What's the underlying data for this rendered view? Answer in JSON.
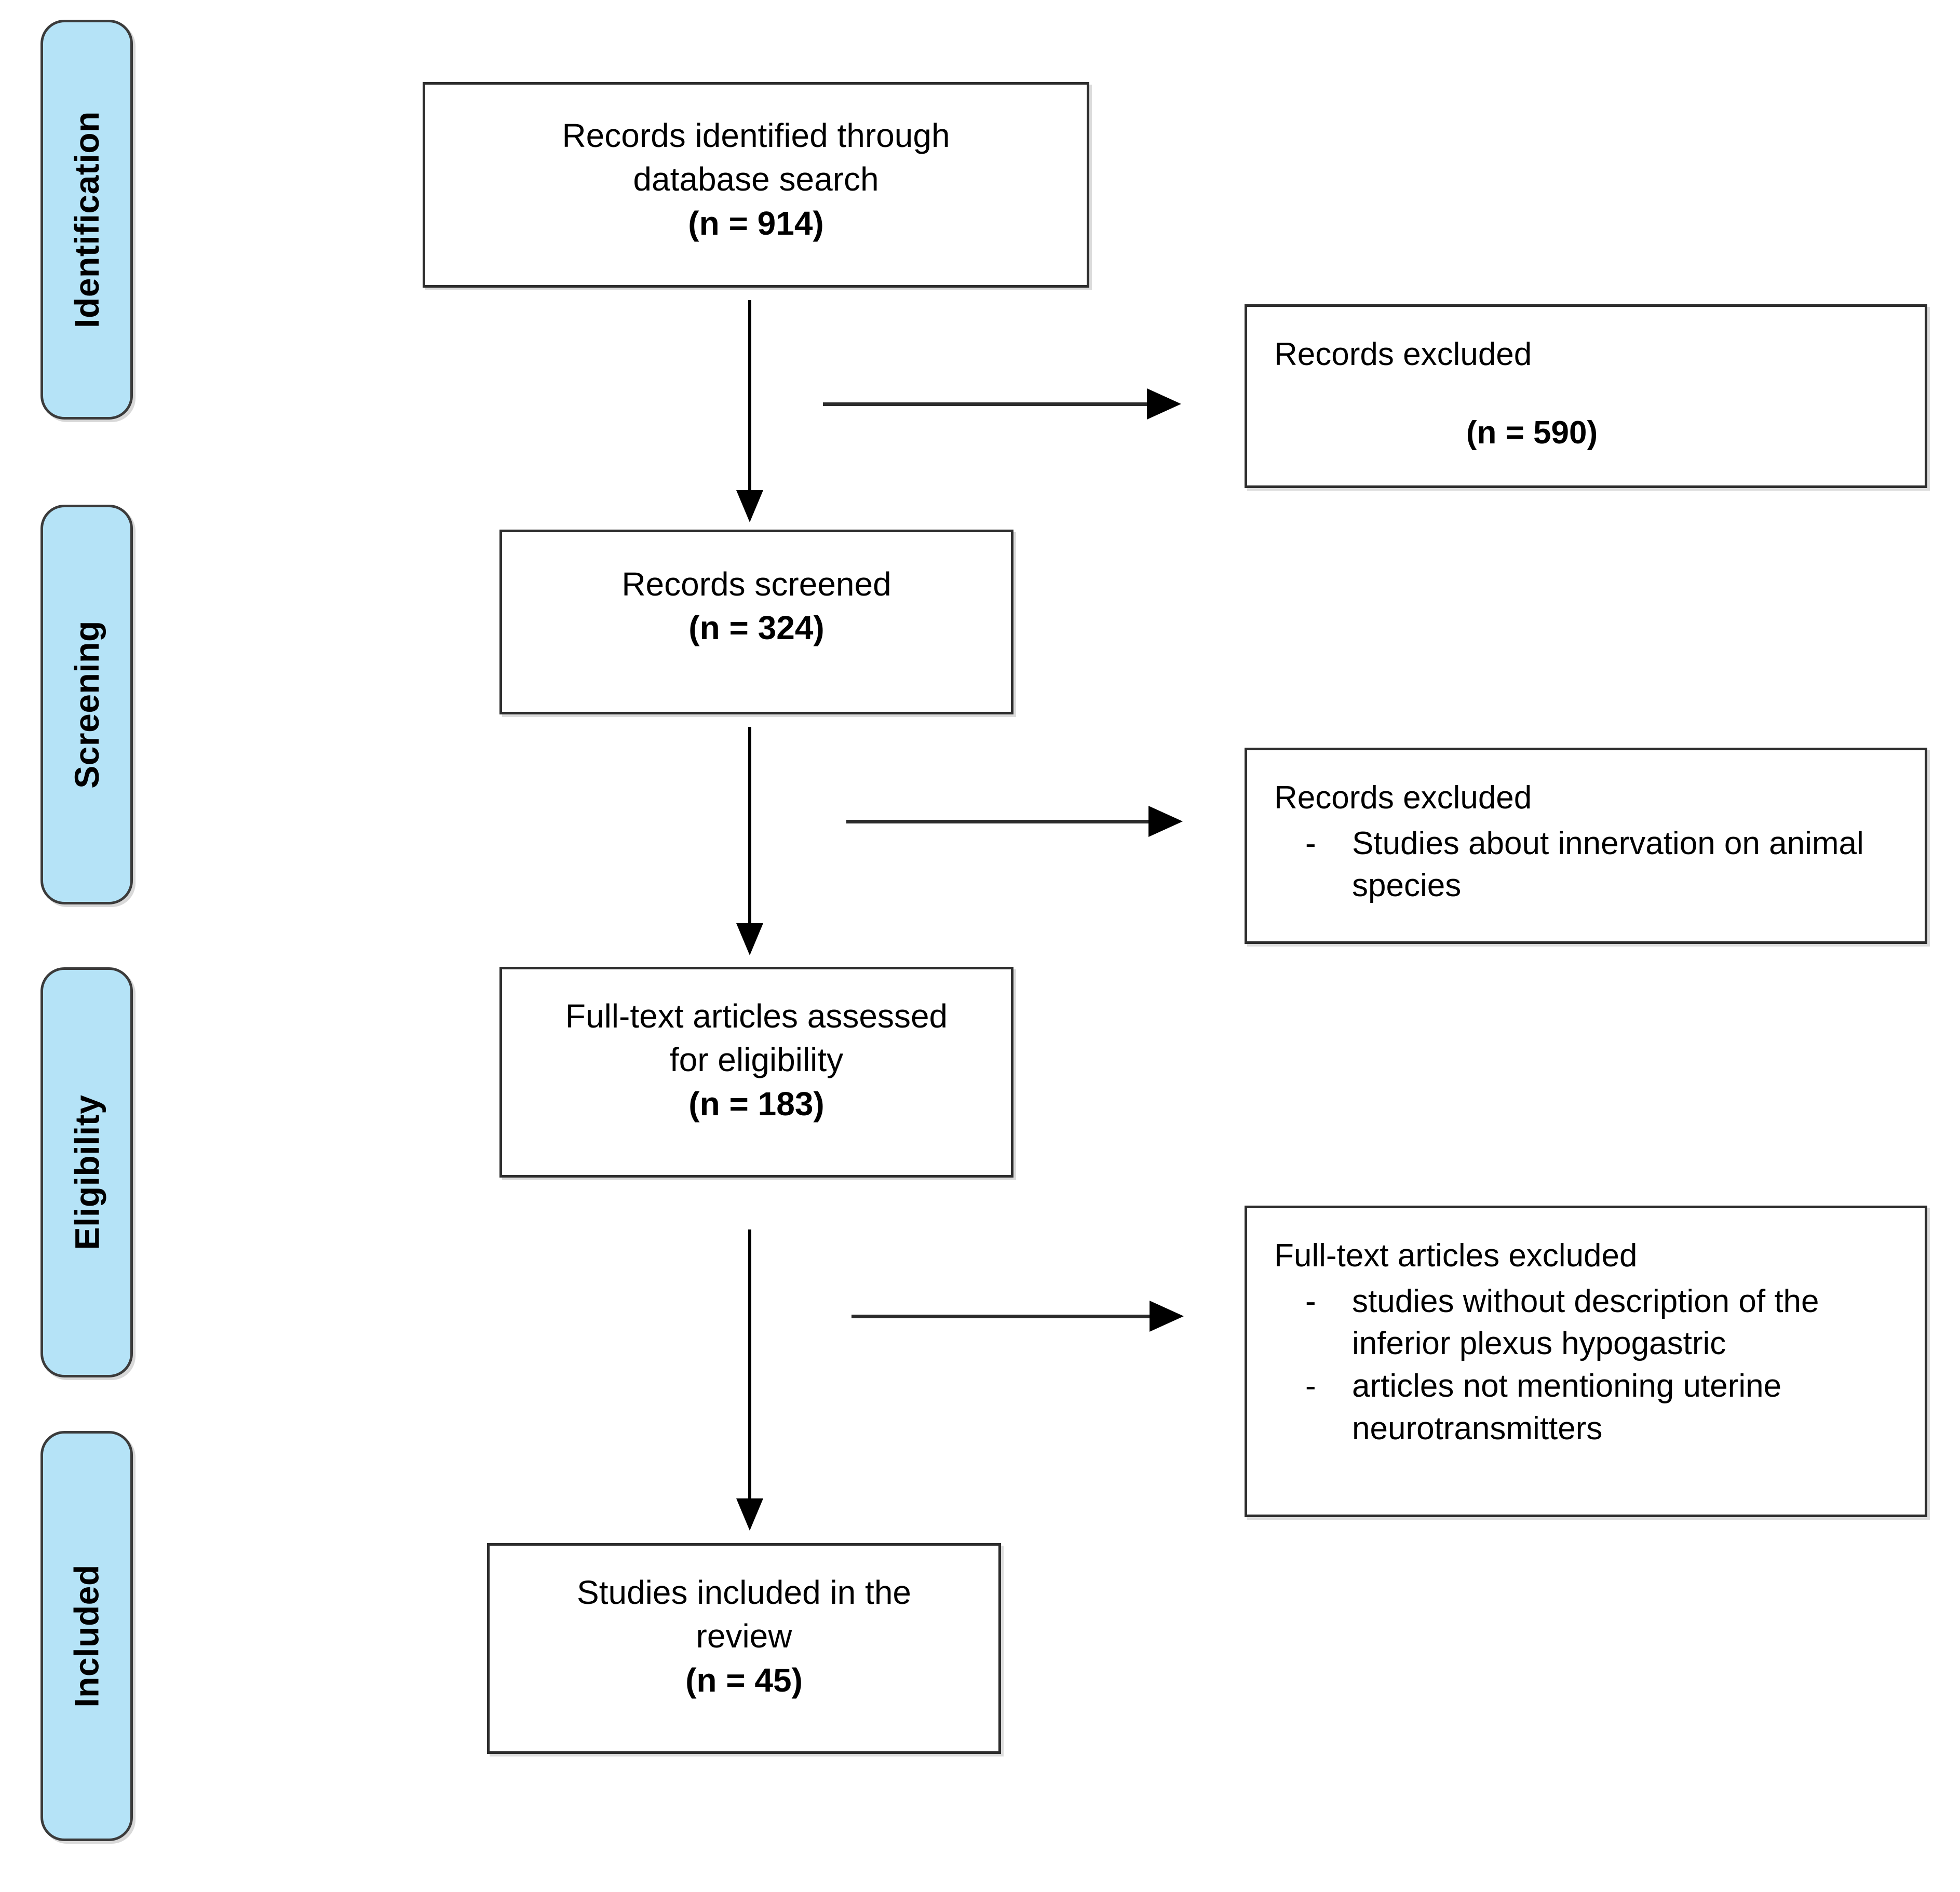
{
  "diagram": {
    "type": "prisma-flow-diagram",
    "accent_color": "#b5e3f7",
    "border_color": "#2d2d2d",
    "text_color": "#000000",
    "background_color": "#ffffff"
  },
  "stages": [
    {
      "id": "identification",
      "label": "Identification"
    },
    {
      "id": "screening",
      "label": "Screening"
    },
    {
      "id": "eligibility",
      "label": "Eligibility"
    },
    {
      "id": "included",
      "label": "Included"
    }
  ],
  "flow_boxes": [
    {
      "id": "records-identified",
      "text": "Records identified through\ndatabase search",
      "count": "(n = 914)"
    },
    {
      "id": "records-screened",
      "text": "Records screened",
      "count": "(n = 324)"
    },
    {
      "id": "full-text-assessed",
      "text": "Full-text articles assessed\nfor eligibility",
      "count": "(n = 183)"
    },
    {
      "id": "studies-included",
      "text": "Studies included in the\nreview",
      "count": "(n = 45)"
    }
  ],
  "excluded_boxes": [
    {
      "id": "records-excluded-1",
      "title": "Records excluded",
      "count": "(n = 590)",
      "items": []
    },
    {
      "id": "records-excluded-2",
      "title": "Records excluded",
      "count": "",
      "bullet": "-",
      "items": [
        "Studies about innervation on animal species"
      ]
    },
    {
      "id": "full-text-excluded",
      "title": "Full-text articles excluded",
      "count": "",
      "bullet": "-",
      "items": [
        "studies without description of the inferior plexus hypogastric",
        "articles not mentioning uterine neurotransmitters"
      ]
    }
  ],
  "arrows": [
    {
      "id": "arrow-down-1",
      "direction": "down",
      "from": "records-identified",
      "to": "records-screened"
    },
    {
      "id": "arrow-right-1",
      "direction": "right",
      "from": "records-identified",
      "to": "records-excluded-1"
    },
    {
      "id": "arrow-down-2",
      "direction": "down",
      "from": "records-screened",
      "to": "full-text-assessed"
    },
    {
      "id": "arrow-right-2",
      "direction": "right",
      "from": "records-screened",
      "to": "records-excluded-2"
    },
    {
      "id": "arrow-down-3",
      "direction": "down",
      "from": "full-text-assessed",
      "to": "studies-included"
    },
    {
      "id": "arrow-right-3",
      "direction": "right",
      "from": "full-text-assessed",
      "to": "full-text-excluded"
    }
  ]
}
